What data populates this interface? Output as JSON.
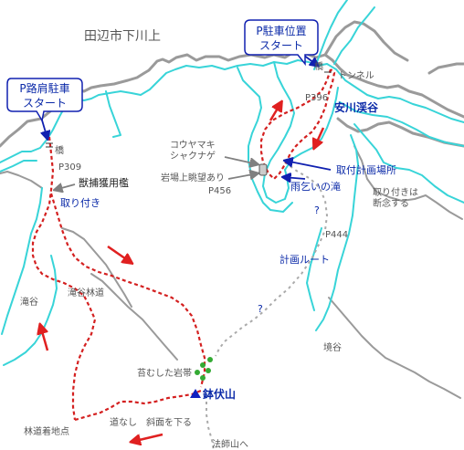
{
  "colors": {
    "ridge": "#9a9a9a",
    "river": "#38d4d8",
    "route": "#d42020",
    "planned_route": "#aaaaaa",
    "arrow_red": "#e02020",
    "arrow_blue": "#1020b0",
    "arrow_gray": "#808080",
    "bubble_border": "#1020b0",
    "summit": "#1020c0",
    "moss": "#33aa33"
  },
  "labels": {
    "place_name": "田辺市下川上",
    "bubble_left": [
      "P路肩駐車",
      "スタート"
    ],
    "bubble_right": [
      "P駐車位置",
      "スタート"
    ],
    "bridge_right": "橋",
    "tunnel": "トンネル",
    "p396": "P396",
    "yasukawa": "安川渓谷",
    "koyamaki": "コウヤマキ",
    "shakunage": "シャクナゲ",
    "iwaba": "岩場上眺望あり",
    "p456": "P456",
    "toritsuki_place": "取付計画場所",
    "amagoi": "雨乞いの滝",
    "toritsuki_steep_1": "取り付きは",
    "toritsuki_steep_2": "断念する",
    "question_1": "?",
    "p444": "P444",
    "keikaku": "計画ルート",
    "question_2": "?",
    "sakaidani": "境谷",
    "bridge_left": "橋",
    "p309": "P309",
    "hunting": "獣捕獲用檻",
    "toritsuki": "取り付き",
    "takidani": "滝谷",
    "takidani_rindo": "滝谷林道",
    "koke": "苔むした岩帯",
    "summit": "鉢伏山",
    "michinashi": "道なし",
    "shamen": "斜面を下る",
    "rindo_end": "林道着地点",
    "hoshiyama": "法師山へ"
  }
}
